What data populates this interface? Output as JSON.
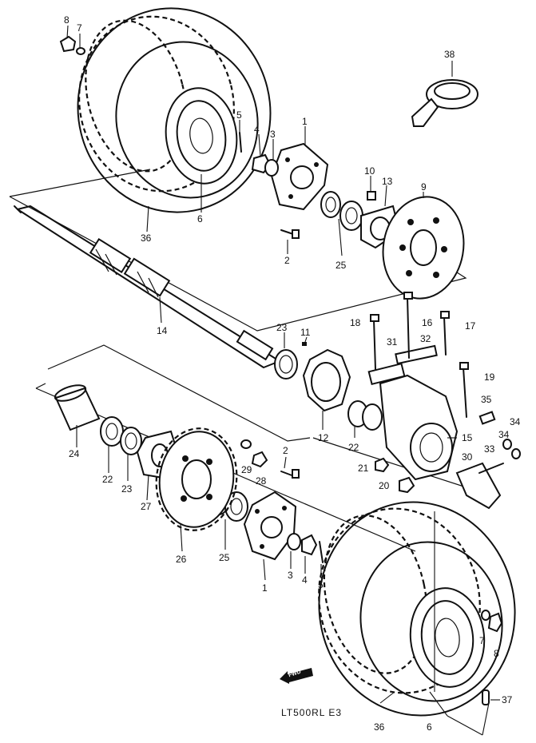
{
  "caption": "LT500RL E3",
  "fwd_badge": "FWD",
  "callouts": [
    {
      "id": "c8a",
      "text": "8"
    },
    {
      "id": "c7a",
      "text": "7"
    },
    {
      "id": "c38",
      "text": "38"
    },
    {
      "id": "c5a",
      "text": "5"
    },
    {
      "id": "c4a",
      "text": "4"
    },
    {
      "id": "c3a",
      "text": "3"
    },
    {
      "id": "c1a",
      "text": "1"
    },
    {
      "id": "c10",
      "text": "10"
    },
    {
      "id": "c13",
      "text": "13"
    },
    {
      "id": "c9",
      "text": "9"
    },
    {
      "id": "c6a",
      "text": "6"
    },
    {
      "id": "c36a",
      "text": "36"
    },
    {
      "id": "c2a",
      "text": "2"
    },
    {
      "id": "c25a",
      "text": "25"
    },
    {
      "id": "c18",
      "text": "18"
    },
    {
      "id": "c16",
      "text": "16"
    },
    {
      "id": "c17",
      "text": "17"
    },
    {
      "id": "c14",
      "text": "14"
    },
    {
      "id": "c23a",
      "text": "23"
    },
    {
      "id": "c11",
      "text": "11"
    },
    {
      "id": "c31",
      "text": "31"
    },
    {
      "id": "c32",
      "text": "32"
    },
    {
      "id": "c19",
      "text": "19"
    },
    {
      "id": "c12",
      "text": "12"
    },
    {
      "id": "c35",
      "text": "35"
    },
    {
      "id": "c24",
      "text": "24"
    },
    {
      "id": "c22a",
      "text": "22"
    },
    {
      "id": "c23b",
      "text": "23"
    },
    {
      "id": "c27",
      "text": "27"
    },
    {
      "id": "c26",
      "text": "26"
    },
    {
      "id": "c29",
      "text": "29"
    },
    {
      "id": "c28",
      "text": "28"
    },
    {
      "id": "c2b",
      "text": "2"
    },
    {
      "id": "c22b",
      "text": "22"
    },
    {
      "id": "c15",
      "text": "15"
    },
    {
      "id": "c34a",
      "text": "34"
    },
    {
      "id": "c34b",
      "text": "34"
    },
    {
      "id": "c33",
      "text": "33"
    },
    {
      "id": "c30",
      "text": "30"
    },
    {
      "id": "c21",
      "text": "21"
    },
    {
      "id": "c20",
      "text": "20"
    },
    {
      "id": "c25b",
      "text": "25"
    },
    {
      "id": "c1b",
      "text": "1"
    },
    {
      "id": "c3b",
      "text": "3"
    },
    {
      "id": "c4b",
      "text": "4"
    },
    {
      "id": "c5b",
      "text": "5"
    },
    {
      "id": "c7b",
      "text": "7"
    },
    {
      "id": "c8b",
      "text": "8"
    },
    {
      "id": "c37",
      "text": "37"
    },
    {
      "id": "c36b",
      "text": "36"
    },
    {
      "id": "c6b",
      "text": "6"
    }
  ]
}
